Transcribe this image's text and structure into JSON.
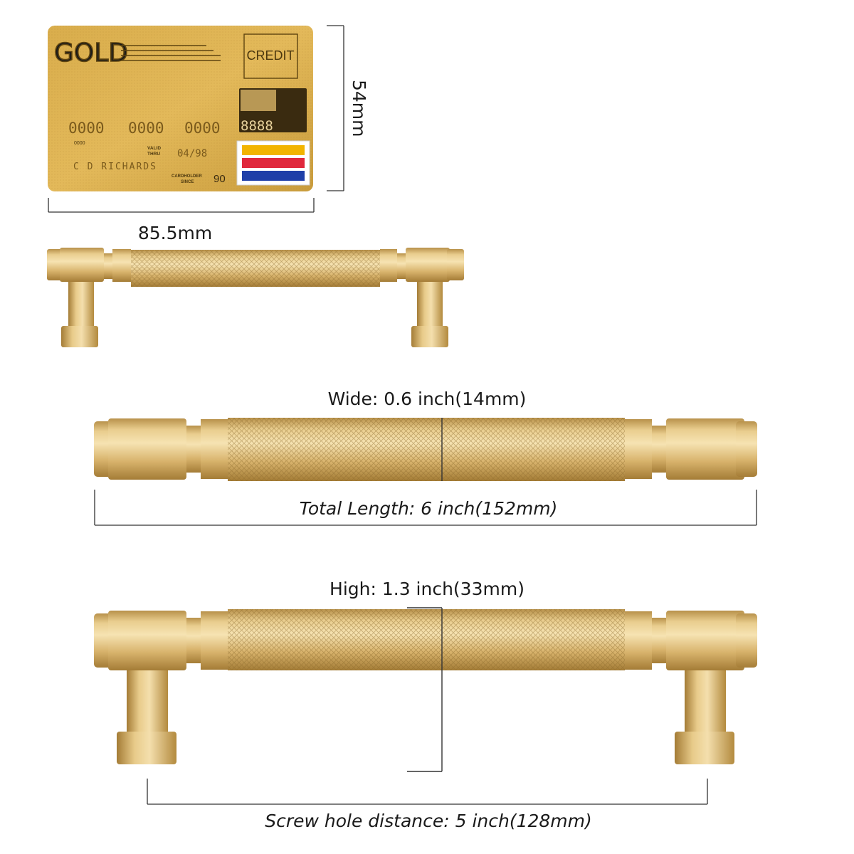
{
  "card": {
    "brand": "GOLD",
    "type_label": "CREDIT",
    "number_groups": [
      "0000",
      "0000",
      "0000"
    ],
    "number_tail": "8888",
    "small_code": "0000",
    "valid_label_1": "VALID",
    "valid_label_2": "THRU",
    "valid_date": "04/98",
    "holder_name": "C D RICHARDS",
    "since_label_1": "CARDHOLDER",
    "since_label_2": "SINCE",
    "since_year": "90",
    "stripe_colors": [
      "#f2b400",
      "#e0283c",
      "#1f3fa8"
    ]
  },
  "dimensions": {
    "card_height": "54mm",
    "card_width": "85.5mm",
    "wide": "Wide: 0.6 inch(14mm)",
    "total_length": "Total Length: 6 inch(152mm)",
    "high": "High: 1.3 inch(33mm)",
    "screw_distance": "Screw hole distance: 5 inch(128mm)"
  },
  "colors": {
    "gold_light": "#f3dca0",
    "gold_mid": "#dcb770",
    "gold_dark": "#b38a3e",
    "card_gold": "#d8ac48"
  }
}
